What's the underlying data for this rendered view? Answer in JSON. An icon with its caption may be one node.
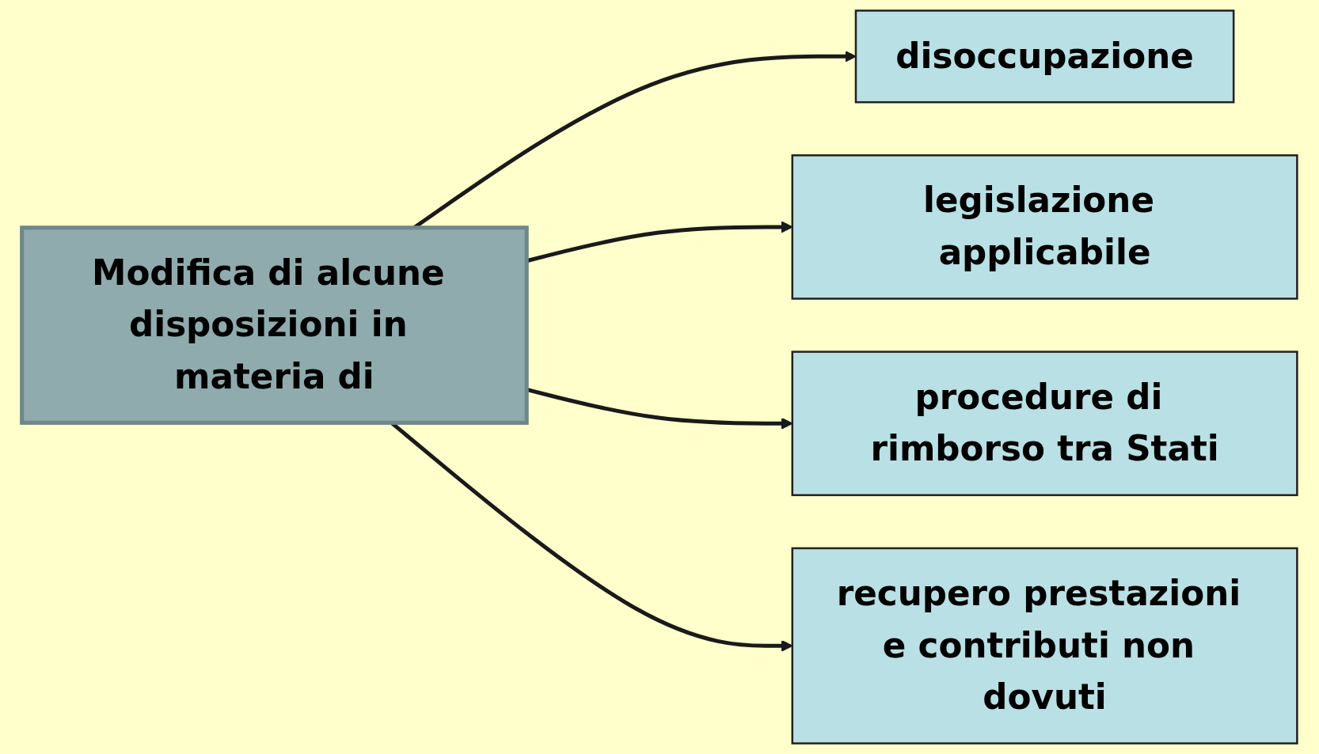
{
  "diagram": {
    "nodes": [
      {
        "text": [
          "Modifica di alcune disposizioni in materia di"
        ]
      },
      {
        "text": [
          "disoccupazione"
        ]
      },
      {
        "text": [
          "legislazione applicabile"
        ]
      },
      {
        "text": [
          "procedure di rimborso tra Stati"
        ]
      },
      {
        "text": [
          "recupero prestazioni e contributi non dovuti"
        ]
      }
    ],
    "edges": [
      {
        "from": 0,
        "to": 1,
        "arrow": "to"
      },
      {
        "from": 0,
        "to": 2,
        "arrow": "to"
      },
      {
        "from": 0,
        "to": 3,
        "arrow": "to"
      },
      {
        "from": 0,
        "to": 4,
        "arrow": "to"
      }
    ]
  }
}
